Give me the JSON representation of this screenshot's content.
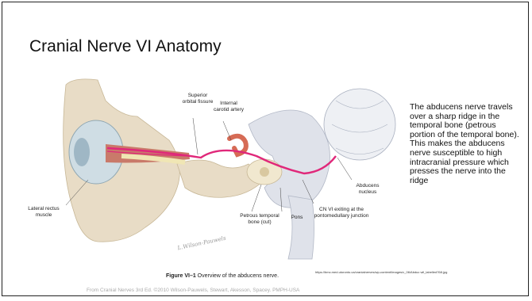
{
  "slide": {
    "title": "Cranial Nerve VI Anatomy",
    "body_text": "The abducens nerve travels over a sharp ridge in the temporal bone (petrous portion of the temporal bone). This makes the abducens nerve susceptible to high intracranial pressure which presses the nerve into the ridge"
  },
  "figure": {
    "labels": {
      "superior_orbital_fissure": "Superior orbital fissure",
      "internal_carotid_artery": "Internal carotid artery",
      "lateral_rectus_muscle": "Lateral rectus muscle",
      "petrous_temporal_bone": "Petrous temporal bone (cut)",
      "pons": "Pons",
      "cn_vi_exiting": "CN VI exiting at the pontomedullary junction",
      "abducens_nucleus": "Abducens nucleus"
    },
    "caption_bold": "Figure VI–1",
    "caption_text": " Overview of the abducens nerve.",
    "source_url": "https://bmc.med.utoronto.ca/cranialnerves/wp-content/images/c_06/Abduc wil_labelled768.jpg",
    "credit": "From Cranial Nerves 3rd Ed. ©2010 Wilson-Pauwels, Stewart, Akesson, Spacey. PMPH-USA"
  },
  "colors": {
    "nerve": "#e0287a",
    "bone": "#e8dcc6",
    "brainstem": "#dfe2ea",
    "muscle": "#c97a6a",
    "artery": "#d66b55"
  }
}
